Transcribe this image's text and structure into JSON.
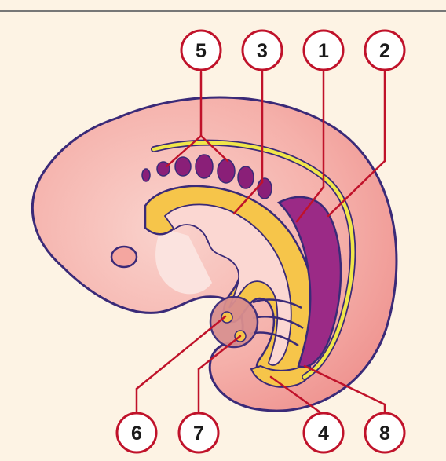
{
  "callouts": [
    {
      "id": "1",
      "label": "1"
    },
    {
      "id": "2",
      "label": "2"
    },
    {
      "id": "3",
      "label": "3"
    },
    {
      "id": "4",
      "label": "4"
    },
    {
      "id": "5",
      "label": "5"
    },
    {
      "id": "6",
      "label": "6"
    },
    {
      "id": "7",
      "label": "7"
    },
    {
      "id": "8",
      "label": "8"
    }
  ],
  "colors": {
    "background": "#fdf3e4",
    "embryo_body": "#f4a6a0",
    "embryo_outline": "#3a2a78",
    "leader_line": "#c0122a",
    "gut_tube": "#f6c54a",
    "neural_tube": "#9b2a86",
    "notochord": "#f0e64a",
    "somites": "#8a1f78"
  }
}
